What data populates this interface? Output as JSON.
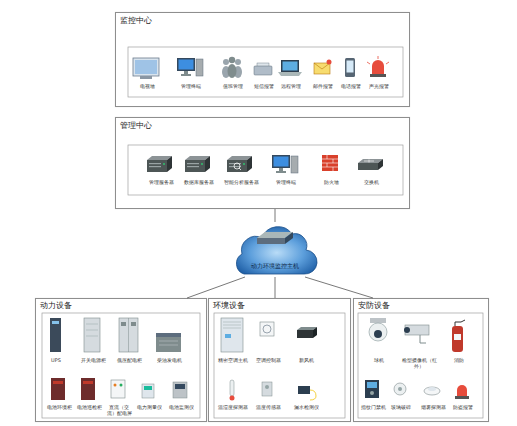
{
  "diagram": {
    "nodes": [
      {
        "text": [
          "监控中心",
          "电视墙",
          "管理终端",
          "值班管理",
          "短信报警",
          "远程管理",
          "邮件报警",
          "电话报警",
          "声光报警"
        ]
      },
      {
        "text": [
          "管理中心",
          "管理服务器",
          "数据库服务器",
          "智能分析服务器",
          "管理终端",
          "防火墙",
          "交换机"
        ]
      },
      {
        "text": [
          "动力环境监控主机"
        ]
      },
      {
        "text": [
          "动力设备",
          "UPS",
          "开关电源柜",
          "低压配电柜",
          "柴油发电机",
          "电池环境柜",
          "电池巡检柜",
          "直流（交流）配电屏",
          "电力测量仪",
          "电池监测仪"
        ]
      },
      {
        "text": [
          "环境设备",
          "精密空调主机",
          "空调控制器",
          "新风机",
          "温湿度探测器",
          "温度传感器",
          "漏水检测仪"
        ]
      },
      {
        "text": [
          "安防设备",
          "球机",
          "枪型摄像机（红外）",
          "消防",
          "指纹门禁机",
          "玻璃破碎",
          "烟雾探测器",
          "防盗报警"
        ]
      }
    ],
    "edges": [
      {
        "from": 1,
        "to": 2,
        "arrow": "none"
      },
      {
        "from": 2,
        "to": 3,
        "arrow": "none"
      },
      {
        "from": 2,
        "to": 4,
        "arrow": "none"
      },
      {
        "from": 2,
        "to": 5,
        "arrow": "none"
      }
    ]
  }
}
